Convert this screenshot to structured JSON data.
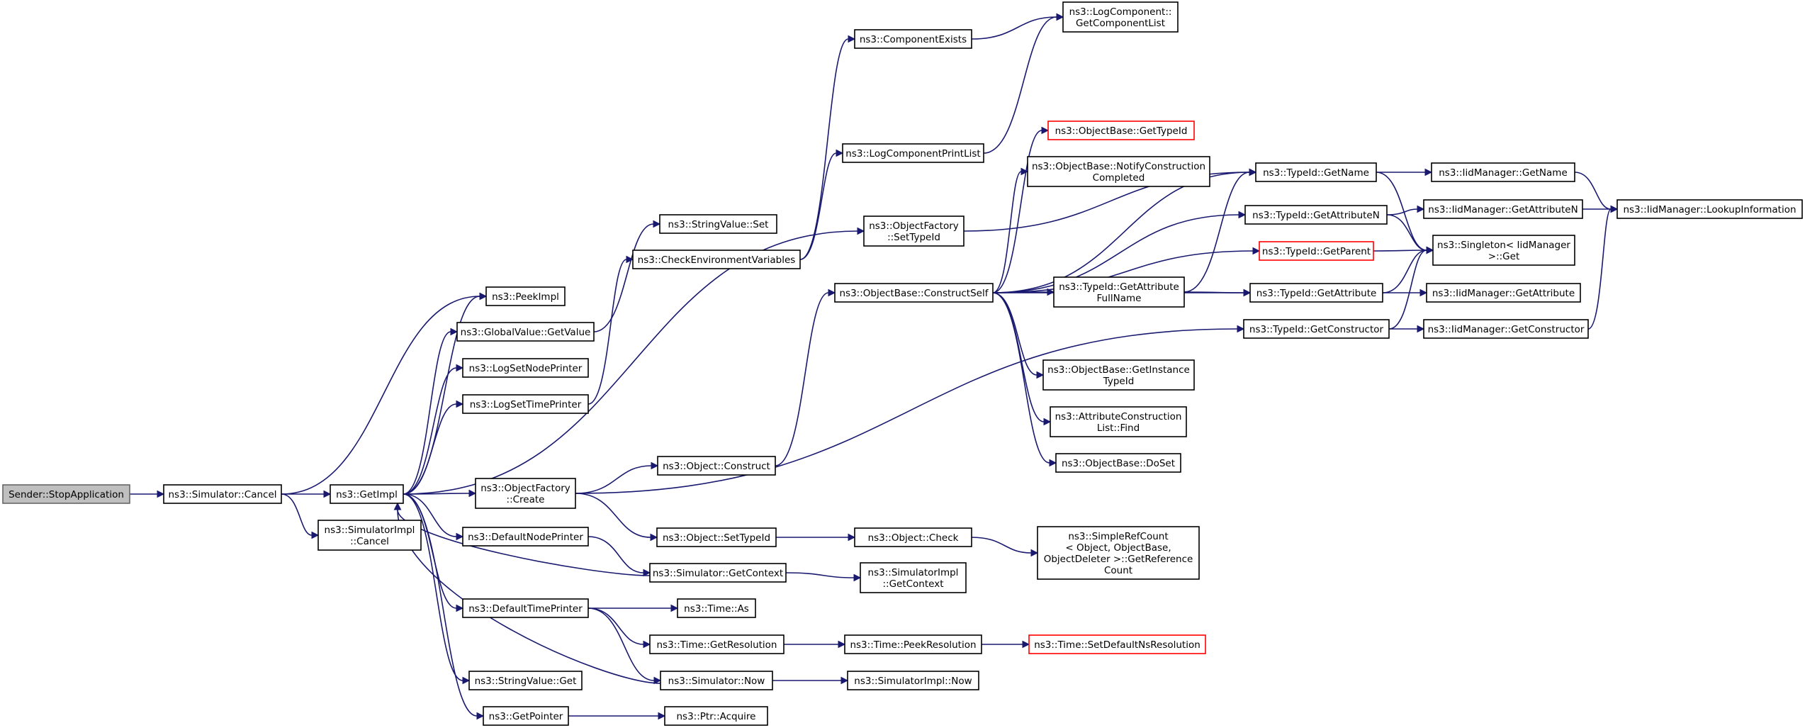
{
  "graph": {
    "title": "",
    "edge_color": "#191970",
    "highlight_border_color": "#ff0000",
    "root_fill": "#bfbfbf",
    "nodes": [
      {
        "id": "n_sender_stop",
        "label": [
          "Sender::StopApplication"
        ],
        "style": "root"
      },
      {
        "id": "n_sim_cancel",
        "label": [
          "ns3::Simulator::Cancel"
        ]
      },
      {
        "id": "n_getimpl",
        "label": [
          "ns3::GetImpl"
        ]
      },
      {
        "id": "n_simimpl_cancel",
        "label": [
          "ns3::SimulatorImpl",
          "::Cancel"
        ]
      },
      {
        "id": "n_peekimpl",
        "label": [
          "ns3::PeekImpl"
        ]
      },
      {
        "id": "n_gv_getvalue",
        "label": [
          "ns3::GlobalValue::GetValue"
        ]
      },
      {
        "id": "n_lognode",
        "label": [
          "ns3::LogSetNodePrinter"
        ]
      },
      {
        "id": "n_logtime",
        "label": [
          "ns3::LogSetTimePrinter"
        ]
      },
      {
        "id": "n_of_create",
        "label": [
          "ns3::ObjectFactory",
          "::Create"
        ]
      },
      {
        "id": "n_defnode",
        "label": [
          "ns3::DefaultNodePrinter"
        ]
      },
      {
        "id": "n_sim_getctx",
        "label": [
          "ns3::Simulator::GetContext"
        ]
      },
      {
        "id": "n_deftime",
        "label": [
          "ns3::DefaultTimePrinter"
        ]
      },
      {
        "id": "n_sv_get",
        "label": [
          "ns3::StringValue::Get"
        ]
      },
      {
        "id": "n_getpointer",
        "label": [
          "ns3::GetPointer"
        ]
      },
      {
        "id": "n_sv_set",
        "label": [
          "ns3::StringValue::Set"
        ]
      },
      {
        "id": "n_checkenv",
        "label": [
          "ns3::CheckEnvironmentVariables"
        ]
      },
      {
        "id": "n_obj_construct",
        "label": [
          "ns3::Object::Construct"
        ]
      },
      {
        "id": "n_obj_settypeid",
        "label": [
          "ns3::Object::SetTypeId"
        ]
      },
      {
        "id": "n_time_as",
        "label": [
          "ns3::Time::As"
        ]
      },
      {
        "id": "n_time_getres",
        "label": [
          "ns3::Time::GetResolution"
        ]
      },
      {
        "id": "n_sim_now",
        "label": [
          "ns3::Simulator::Now"
        ]
      },
      {
        "id": "n_ptr_acquire",
        "label": [
          "ns3::Ptr::Acquire"
        ]
      },
      {
        "id": "n_compexists",
        "label": [
          "ns3::ComponentExists"
        ]
      },
      {
        "id": "n_logcomplist",
        "label": [
          "ns3::LogComponentPrintList"
        ]
      },
      {
        "id": "n_of_settypeid",
        "label": [
          "ns3::ObjectFactory",
          "::SetTypeId"
        ]
      },
      {
        "id": "n_ob_constructself",
        "label": [
          "ns3::ObjectBase::ConstructSelf"
        ]
      },
      {
        "id": "n_obj_check",
        "label": [
          "ns3::Object::Check"
        ]
      },
      {
        "id": "n_simimpl_getctx",
        "label": [
          "ns3::SimulatorImpl",
          "::GetContext"
        ]
      },
      {
        "id": "n_time_peekres",
        "label": [
          "ns3::Time::PeekResolution"
        ]
      },
      {
        "id": "n_simimpl_now",
        "label": [
          "ns3::SimulatorImpl::Now"
        ]
      },
      {
        "id": "n_logcomp_getlist",
        "label": [
          "ns3::LogComponent::",
          "GetComponentList"
        ]
      },
      {
        "id": "n_ob_gettypeid",
        "label": [
          "ns3::ObjectBase::GetTypeId"
        ],
        "style": "red"
      },
      {
        "id": "n_ob_notify",
        "label": [
          "ns3::ObjectBase::NotifyConstruction",
          "Completed"
        ]
      },
      {
        "id": "n_ob_getinst",
        "label": [
          "ns3::ObjectBase::GetInstance",
          "TypeId"
        ]
      },
      {
        "id": "n_acl_find",
        "label": [
          "ns3::AttributeConstruction",
          "List::Find"
        ]
      },
      {
        "id": "n_ob_doset",
        "label": [
          "ns3::ObjectBase::DoSet"
        ]
      },
      {
        "id": "n_srefcount",
        "label": [
          "ns3::SimpleRefCount",
          "< Object, ObjectBase,",
          "ObjectDeleter >::GetReference",
          "Count"
        ]
      },
      {
        "id": "n_time_setdef",
        "label": [
          "ns3::Time::SetDefaultNsResolution"
        ],
        "style": "red"
      },
      {
        "id": "n_tid_getname",
        "label": [
          "ns3::TypeId::GetName"
        ]
      },
      {
        "id": "n_tid_getattrn",
        "label": [
          "ns3::TypeId::GetAttributeN"
        ]
      },
      {
        "id": "n_tid_getparent",
        "label": [
          "ns3::TypeId::GetParent"
        ],
        "style": "red"
      },
      {
        "id": "n_tid_getattrfull",
        "label": [
          "ns3::TypeId::GetAttribute",
          "FullName"
        ]
      },
      {
        "id": "n_tid_getattr",
        "label": [
          "ns3::TypeId::GetAttribute"
        ]
      },
      {
        "id": "n_tid_getctor",
        "label": [
          "ns3::TypeId::GetConstructor"
        ]
      },
      {
        "id": "n_iid_getname",
        "label": [
          "ns3::IidManager::GetName"
        ]
      },
      {
        "id": "n_iid_getattrn",
        "label": [
          "ns3::IidManager::GetAttributeN"
        ]
      },
      {
        "id": "n_singleton",
        "label": [
          "ns3::Singleton< IidManager",
          ">::Get"
        ]
      },
      {
        "id": "n_iid_getattr",
        "label": [
          "ns3::IidManager::GetAttribute"
        ]
      },
      {
        "id": "n_iid_getctor",
        "label": [
          "ns3::IidManager::GetConstructor"
        ]
      },
      {
        "id": "n_iid_lookup",
        "label": [
          "ns3::IidManager::LookupInformation"
        ]
      }
    ],
    "edges": [
      [
        "n_sender_stop",
        "n_sim_cancel"
      ],
      [
        "n_sim_cancel",
        "n_getimpl"
      ],
      [
        "n_sim_cancel",
        "n_simimpl_cancel"
      ],
      [
        "n_sim_cancel",
        "n_peekimpl"
      ],
      [
        "n_getimpl",
        "n_peekimpl"
      ],
      [
        "n_getimpl",
        "n_gv_getvalue"
      ],
      [
        "n_getimpl",
        "n_lognode"
      ],
      [
        "n_getimpl",
        "n_logtime"
      ],
      [
        "n_getimpl",
        "n_of_create"
      ],
      [
        "n_getimpl",
        "n_defnode"
      ],
      [
        "n_getimpl",
        "n_deftime"
      ],
      [
        "n_getimpl",
        "n_sv_get"
      ],
      [
        "n_getimpl",
        "n_getpointer"
      ],
      [
        "n_getimpl",
        "n_of_settypeid"
      ],
      [
        "n_sim_getctx",
        "n_getimpl"
      ],
      [
        "n_sim_now",
        "n_getimpl"
      ],
      [
        "n_gv_getvalue",
        "n_sv_set"
      ],
      [
        "n_logtime",
        "n_checkenv"
      ],
      [
        "n_of_create",
        "n_obj_construct"
      ],
      [
        "n_of_create",
        "n_obj_settypeid"
      ],
      [
        "n_of_create",
        "n_tid_getctor"
      ],
      [
        "n_defnode",
        "n_sim_getctx"
      ],
      [
        "n_sim_getctx",
        "n_simimpl_getctx"
      ],
      [
        "n_deftime",
        "n_time_as"
      ],
      [
        "n_deftime",
        "n_time_getres"
      ],
      [
        "n_deftime",
        "n_sim_now"
      ],
      [
        "n_getpointer",
        "n_ptr_acquire"
      ],
      [
        "n_checkenv",
        "n_compexists"
      ],
      [
        "n_checkenv",
        "n_logcomplist"
      ],
      [
        "n_obj_construct",
        "n_ob_constructself"
      ],
      [
        "n_obj_settypeid",
        "n_obj_check"
      ],
      [
        "n_time_getres",
        "n_time_peekres"
      ],
      [
        "n_sim_now",
        "n_simimpl_now"
      ],
      [
        "n_compexists",
        "n_logcomp_getlist"
      ],
      [
        "n_logcomplist",
        "n_logcomp_getlist"
      ],
      [
        "n_of_settypeid",
        "n_tid_getname"
      ],
      [
        "n_obj_check",
        "n_srefcount"
      ],
      [
        "n_time_peekres",
        "n_time_setdef"
      ],
      [
        "n_ob_constructself",
        "n_ob_gettypeid"
      ],
      [
        "n_ob_constructself",
        "n_ob_notify"
      ],
      [
        "n_ob_constructself",
        "n_tid_getname"
      ],
      [
        "n_ob_constructself",
        "n_tid_getattrn"
      ],
      [
        "n_ob_constructself",
        "n_tid_getparent"
      ],
      [
        "n_ob_constructself",
        "n_tid_getattrfull"
      ],
      [
        "n_ob_constructself",
        "n_tid_getattr"
      ],
      [
        "n_ob_constructself",
        "n_ob_getinst"
      ],
      [
        "n_ob_constructself",
        "n_acl_find"
      ],
      [
        "n_ob_constructself",
        "n_ob_doset"
      ],
      [
        "n_tid_getattrfull",
        "n_tid_getname"
      ],
      [
        "n_tid_getattrfull",
        "n_tid_getattr"
      ],
      [
        "n_tid_getname",
        "n_iid_getname"
      ],
      [
        "n_tid_getname",
        "n_singleton"
      ],
      [
        "n_tid_getattrn",
        "n_iid_getattrn"
      ],
      [
        "n_tid_getattrn",
        "n_singleton"
      ],
      [
        "n_tid_getparent",
        "n_singleton"
      ],
      [
        "n_tid_getattr",
        "n_iid_getattr"
      ],
      [
        "n_tid_getattr",
        "n_singleton"
      ],
      [
        "n_tid_getctor",
        "n_iid_getctor"
      ],
      [
        "n_tid_getctor",
        "n_singleton"
      ],
      [
        "n_iid_getname",
        "n_iid_lookup"
      ],
      [
        "n_iid_getattrn",
        "n_iid_lookup"
      ],
      [
        "n_iid_getctor",
        "n_iid_lookup"
      ]
    ]
  }
}
